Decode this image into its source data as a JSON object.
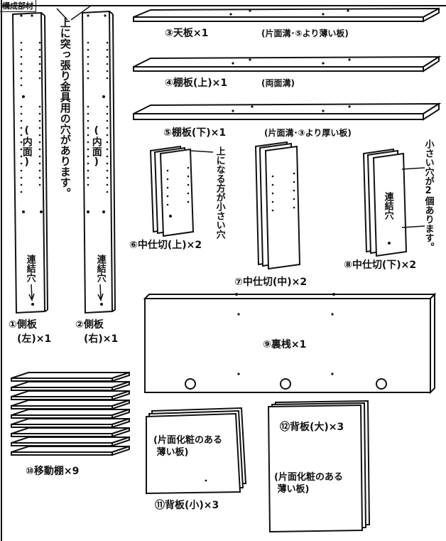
{
  "header": {
    "corner_label": "構成部材"
  },
  "parts": {
    "side_left": {
      "label": "①側板",
      "sub": "(左)×1",
      "inner": "(内面)",
      "hole": "連結穴"
    },
    "side_right": {
      "label": "②側板",
      "sub": "(右)×1",
      "inner": "(内面)",
      "hole": "連結穴"
    },
    "side_note": "上に突っ張り金具用の穴があります。",
    "top_board": {
      "label": "③天板×1",
      "note": "(片面溝･⑤より薄い板)"
    },
    "shelf_upper": {
      "label": "④棚板(上)×1",
      "note": "(両面溝)"
    },
    "shelf_lower": {
      "label": "⑤棚板(下)×1",
      "note": "(片面溝･③より厚い板)"
    },
    "divider_upper": {
      "label": "⑥中仕切(上)×2",
      "note": "上になる方が小さい穴"
    },
    "divider_middle": {
      "label": "⑦中仕切(中)×2"
    },
    "divider_lower": {
      "label": "⑧中仕切(下)×2",
      "hole": "連結穴",
      "note": "小さい穴が2個あります。"
    },
    "back_rail": {
      "label": "⑨裏桟×1"
    },
    "movable_shelf": {
      "label": "⑩移動棚×9"
    },
    "back_small": {
      "label": "⑪背板(小)×3",
      "note": "(片面化粧のある\n 薄い板)"
    },
    "back_large": {
      "label": "⑫背板(大)×3",
      "note": "(片面化粧のある\n 薄い板)"
    }
  }
}
